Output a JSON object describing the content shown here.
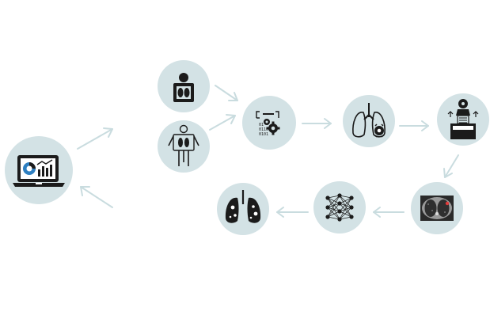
{
  "diagram": {
    "background": "#ffffff",
    "node_fill": "#d3e2e5",
    "arrow_color": "#c9dcdf",
    "icon_color": "#1b1b1b",
    "accent_color": "#e03a3a",
    "nodes": [
      {
        "id": "dashboard",
        "icon": "laptop-analytics-icon"
      },
      {
        "id": "patient-scan",
        "icon": "patient-chest-xray-icon"
      },
      {
        "id": "body-xray",
        "icon": "full-body-xray-icon"
      },
      {
        "id": "data-processing",
        "icon": "data-processing-gears-icon"
      },
      {
        "id": "lung-analysis",
        "icon": "lungs-analysis-icon"
      },
      {
        "id": "ct-scanner",
        "icon": "ct-scanner-icon"
      },
      {
        "id": "ct-image",
        "icon": "ct-lung-image-icon"
      },
      {
        "id": "neural-network",
        "icon": "neural-network-icon"
      },
      {
        "id": "diseased-lungs",
        "icon": "diseased-lungs-icon"
      }
    ]
  }
}
